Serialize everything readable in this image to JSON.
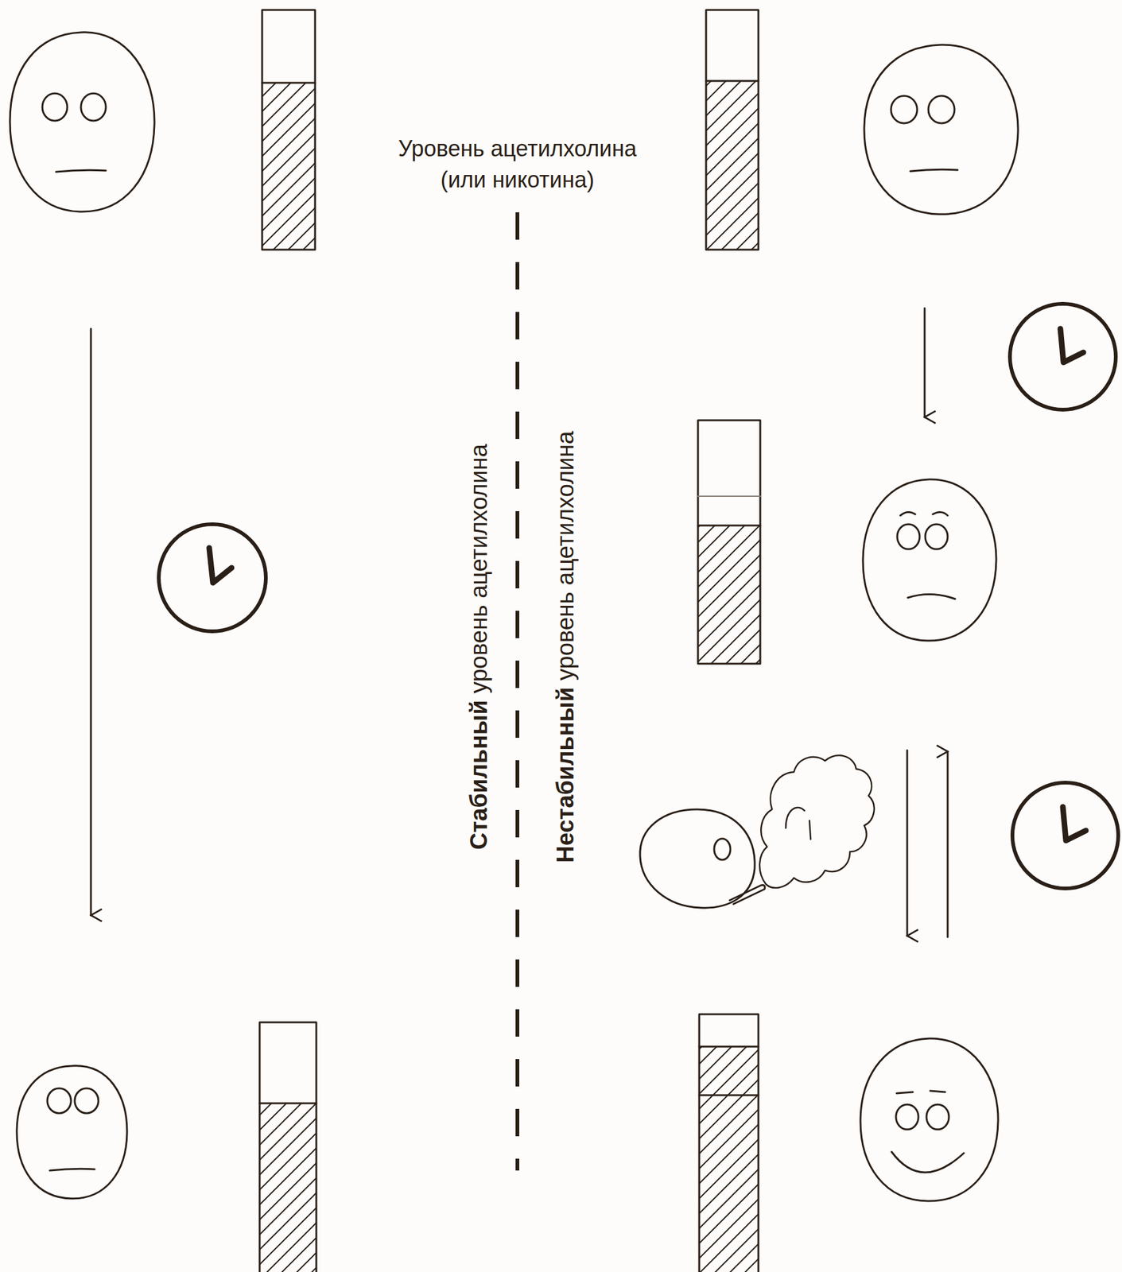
{
  "diagram": {
    "labels": [
      "Уровень ацетилхолина (или никотина)",
      "Стабильный",
      "уровень ацетилхолина",
      "Нестабильный",
      "уровень ацетилхолина"
    ]
  }
}
